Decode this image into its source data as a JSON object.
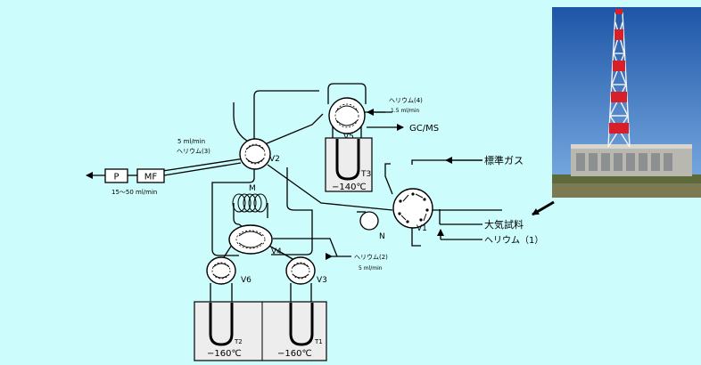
{
  "colors": {
    "background": "#cdfcfc",
    "line": "#000000",
    "box_fill": "#ffffff",
    "trap_bath": "#e0e0e0"
  },
  "components": {
    "pump": "P",
    "mass_flow": "MF",
    "pump_flow": "15～50 ml/min",
    "valve_v1": "V1",
    "valve_v2": "V2",
    "valve_v3": "V3",
    "valve_v4": "V4",
    "valve_v5": "V5",
    "valve_v6": "V6",
    "coil_m": "M",
    "node_n": "N",
    "trap_t1": "T1",
    "trap_t2": "T2",
    "trap_t3": "T3"
  },
  "temperatures": {
    "t1": "−160℃",
    "t2": "−160℃",
    "t3": "−140℃"
  },
  "gas_labels": {
    "helium1": "ヘリウム（1）",
    "helium2": "ヘリウム(2)",
    "helium2_flow": "5 ml/min",
    "helium3": "ヘリウム(3)",
    "helium3_flow": "5 ml/min",
    "helium4": "ヘリウム(4)",
    "helium4_flow": "1.5 ml/min",
    "standard_gas": "標準ガス",
    "air_sample": "大気試料",
    "gcms": "GC/MS"
  },
  "photo": {
    "icon": "observation-tower-photo"
  }
}
